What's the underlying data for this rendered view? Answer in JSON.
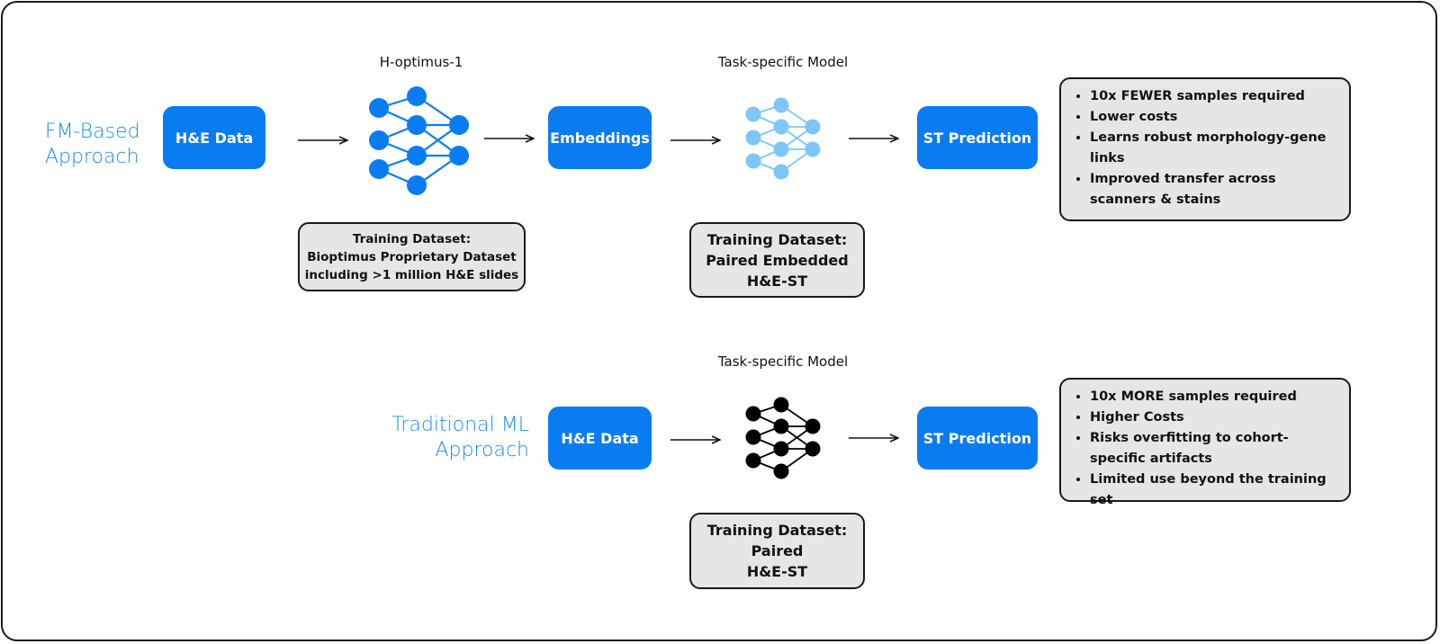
{
  "colors": {
    "accent": "#0a7cf2",
    "accent_light": "#7cc7f7",
    "label_blue": "#1a8cf0",
    "box_gray": "#e6e6e6",
    "black": "#000000"
  },
  "fm": {
    "label": "FM-Based\nApproach",
    "input_label": "H&E Data",
    "model_title": "H-optimus-1",
    "embeddings_label": "Embeddings",
    "task_model_title": "Task-specific Model",
    "prediction_label": "ST Prediction",
    "fm_dataset": {
      "line1": "Training Dataset:",
      "line2": "Bioptimus Proprietary Dataset",
      "line3": "including >1 million H&E slides"
    },
    "task_dataset": {
      "line1": "Training Dataset:",
      "line2": "Paired Embedded",
      "line3": "H&E-ST"
    },
    "benefits": [
      "10x FEWER samples required",
      "Lower costs",
      "Learns robust morphology-gene links",
      "Improved transfer across scanners & stains"
    ]
  },
  "traditional": {
    "label": "Traditional ML\nApproach",
    "input_label": "H&E Data",
    "task_model_title": "Task-specific Model",
    "prediction_label": "ST Prediction",
    "task_dataset": {
      "line1": "Training Dataset:",
      "line2": "Paired",
      "line3": "H&E-ST"
    },
    "drawbacks": [
      "10x MORE samples required",
      "Higher Costs",
      "Risks overfitting to cohort-specific artifacts",
      "Limited use beyond the training set"
    ]
  },
  "icons": {
    "arrow": "right-arrow-icon",
    "network": "neural-network-icon"
  }
}
